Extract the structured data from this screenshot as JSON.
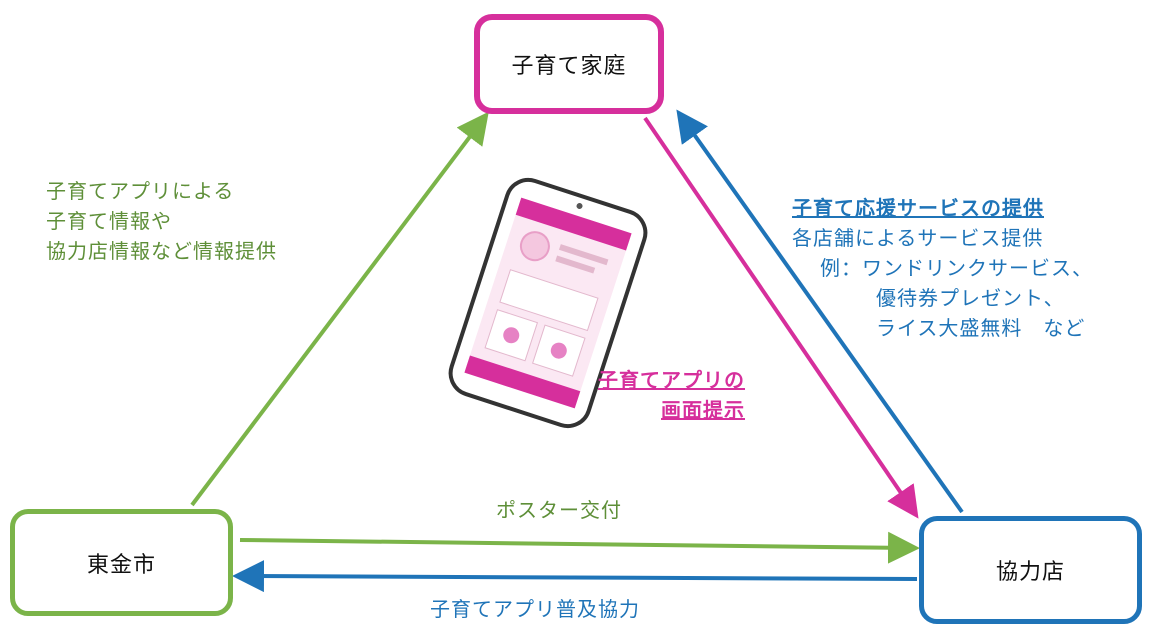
{
  "nodes": {
    "family": "子育て家庭",
    "city": "東金市",
    "store": "協力店"
  },
  "labels": {
    "city_to_family": [
      "子育てアプリによる",
      "子育て情報や",
      "協力店情報など情報提供"
    ],
    "service_title": "子育て応援サービスの提供",
    "service_line1": "各店舗によるサービス提供",
    "service_example": "例：ワンドリンクサービス、",
    "service_example2": "優待券プレゼント、",
    "service_example3": "ライス大盛無料　など",
    "app_screen": [
      "子育てアプリの",
      "画面提示"
    ],
    "poster": "ポスター交付",
    "spread": "子育てアプリ普及協力"
  },
  "colors": {
    "family_border": "#d62f9c",
    "city_border": "#7bb449",
    "store_border": "#1f74b8",
    "green_text": "#5e8f38",
    "blue_text": "#1f74b8",
    "pink_text": "#d62f9c"
  }
}
